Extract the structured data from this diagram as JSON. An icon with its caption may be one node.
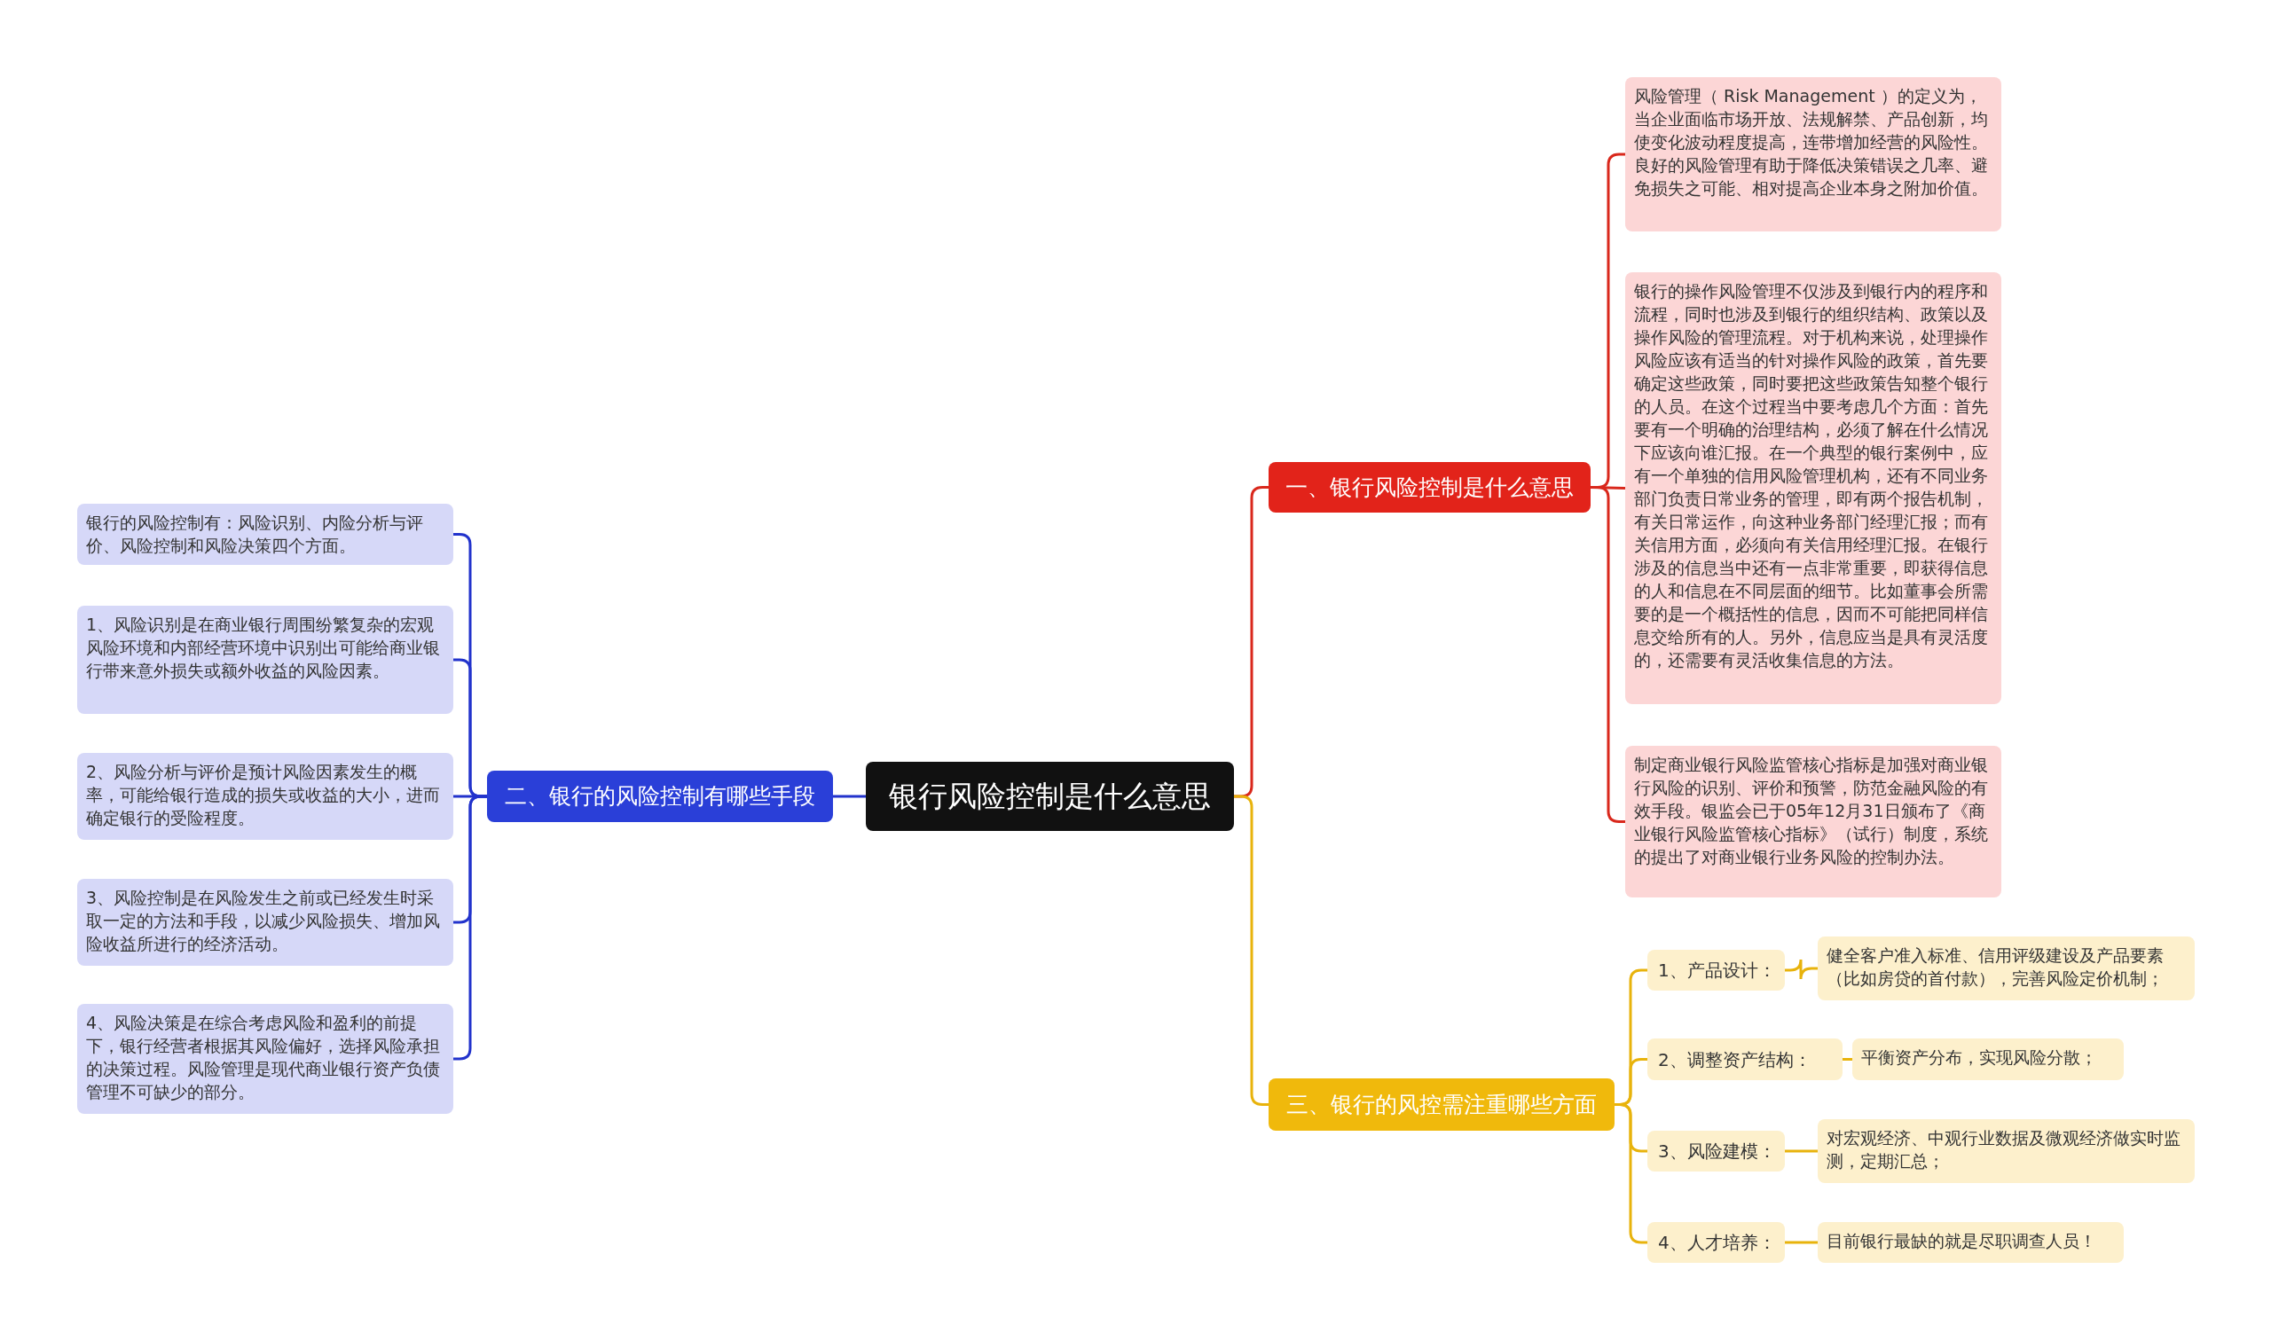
{
  "diagram": {
    "nodes": [
      {
        "text": [
          "银行风险控制是什么意思"
        ]
      },
      {
        "text": [
          "一、银行风险控制是什么意思"
        ]
      },
      {
        "text": [
          "风险管理（ Risk Management ）的定义为，当企业面临市场开放、法规解禁、产品创新，均使变化波动程度提高，连带增加经营的风险性。良好的风险管理有助于降低决策错误之几率、避免损失之可能、相对提高企业本身之附加价值。"
        ]
      },
      {
        "text": [
          "银行的操作风险管理不仅涉及到银行内的程序和流程，同时也涉及到银行的组织结构、政策以及操作风险的管理流程。对于机构来说，处理操作风险应该有适当的针对操作风险的政策，首先要确定这些政策，同时要把这些政策告知整个银行的人员。在这个过程当中要考虑几个方面：首先要有一个明确的治理结构，必须了解在什么情况下应该向谁汇报。在一个典型的银行案例中，应有一个单独的信用风险管理机构，还有不同业务部门负责日常业务的管理，即有两个报告机制，有关日常运作，向这种业务部门经理汇报；而有关信用方面，必须向有关信用经理汇报。在银行涉及的信息当中还有一点非常重要，即获得信息的人和信息在不同层面的细节。比如董事会所需要的是一个概括性的信息，因而不可能把同样信息交给所有的人。另外，信息应当是具有灵活度的，还需要有灵活收集信息的方法。"
        ]
      },
      {
        "text": [
          "制定商业银行风险监管核心指标是加强对商业银行风险的识别、评价和预警，防范金融风险的有效手段。银监会已于05年12月31日颁布了《商业银行风险监管核心指标》（试行）制度，系统的提出了对商业银行业务风险的控制办法。"
        ]
      },
      {
        "text": [
          "二、银行的风险控制有哪些手段"
        ]
      },
      {
        "text": [
          "银行的风险控制有：风险识别、内险分析与评价、风险控制和风险决策四个方面。"
        ]
      },
      {
        "text": [
          "1、风险识别是在商业银行周围纷繁复杂的宏观风险环境和内部经营环境中识别出可能给商业银行带来意外损失或额外收益的风险因素。"
        ]
      },
      {
        "text": [
          "2、风险分析与评价是预计风险因素发生的概率，可能给银行造成的损失或收益的大小，进而确定银行的受险程度。"
        ]
      },
      {
        "text": [
          "3、风险控制是在风险发生之前或已经发生时采取一定的方法和手段，以减少风险损失、增加风险收益所进行的经济活动。"
        ]
      },
      {
        "text": [
          "4、风险决策是在综合考虑风险和盈利的前提下，银行经营者根据其风险偏好，选择风险承担的决策过程。风险管理是现代商业银行资产负债管理不可缺少的部分。"
        ]
      },
      {
        "text": [
          "三、银行的风控需注重哪些方面"
        ]
      },
      {
        "text": [
          "1、产品设计："
        ]
      },
      {
        "text": [
          "健全客户准入标准、信用评级建设及产品要素（比如房贷的首付款），完善风险定价机制；"
        ]
      },
      {
        "text": [
          "2、调整资产结构："
        ]
      },
      {
        "text": [
          "平衡资产分布，实现风险分散；"
        ]
      },
      {
        "text": [
          "3、风险建模："
        ]
      },
      {
        "text": [
          "对宏观经济、中观行业数据及微观经济做实时监测，定期汇总；"
        ]
      },
      {
        "text": [
          "4、人才培养："
        ]
      },
      {
        "text": [
          "目前银行最缺的就是尽职调查人员！"
        ]
      }
    ],
    "edges": [
      {
        "from": 0,
        "to": 1,
        "arrow": "none",
        "color": "#d9281c"
      },
      {
        "from": 1,
        "to": 2,
        "arrow": "none",
        "color": "#d9281c"
      },
      {
        "from": 1,
        "to": 3,
        "arrow": "none",
        "color": "#d9281c"
      },
      {
        "from": 1,
        "to": 4,
        "arrow": "none",
        "color": "#d9281c"
      },
      {
        "from": 0,
        "to": 5,
        "arrow": "none",
        "color": "#2233cc"
      },
      {
        "from": 5,
        "to": 6,
        "arrow": "none",
        "color": "#2233cc"
      },
      {
        "from": 5,
        "to": 7,
        "arrow": "none",
        "color": "#2233cc"
      },
      {
        "from": 5,
        "to": 8,
        "arrow": "none",
        "color": "#2233cc"
      },
      {
        "from": 5,
        "to": 9,
        "arrow": "none",
        "color": "#2233cc"
      },
      {
        "from": 5,
        "to": 10,
        "arrow": "none",
        "color": "#2233cc"
      },
      {
        "from": 0,
        "to": 11,
        "arrow": "none"
      },
      {
        "from": 11,
        "to": 12,
        "arrow": "none"
      },
      {
        "from": 12,
        "to": 13,
        "arrow": "none"
      },
      {
        "from": 11,
        "to": 14,
        "arrow": "none"
      },
      {
        "from": 14,
        "to": 15,
        "arrow": "none"
      },
      {
        "from": 11,
        "to": 16,
        "arrow": "none"
      },
      {
        "from": 16,
        "to": 17,
        "arrow": "none"
      },
      {
        "from": 11,
        "to": 18,
        "arrow": "none"
      },
      {
        "from": 18,
        "to": 19,
        "arrow": "none"
      }
    ]
  }
}
